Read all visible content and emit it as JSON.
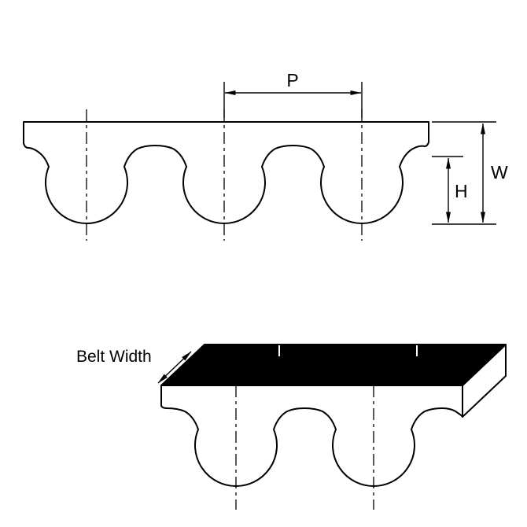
{
  "diagram": {
    "type": "timing-belt-profile-drawing",
    "profile_view": {
      "pitch_label": "P",
      "overall_height_label": "W",
      "tooth_height_label": "H"
    },
    "isometric_view": {
      "belt_width_label": "Belt Width"
    },
    "colors": {
      "line": "#000000",
      "belt_fill": "#ffffff",
      "top_face_fill": "#000000",
      "end_face_fill": "#ffffff",
      "background": "#ffffff"
    }
  }
}
